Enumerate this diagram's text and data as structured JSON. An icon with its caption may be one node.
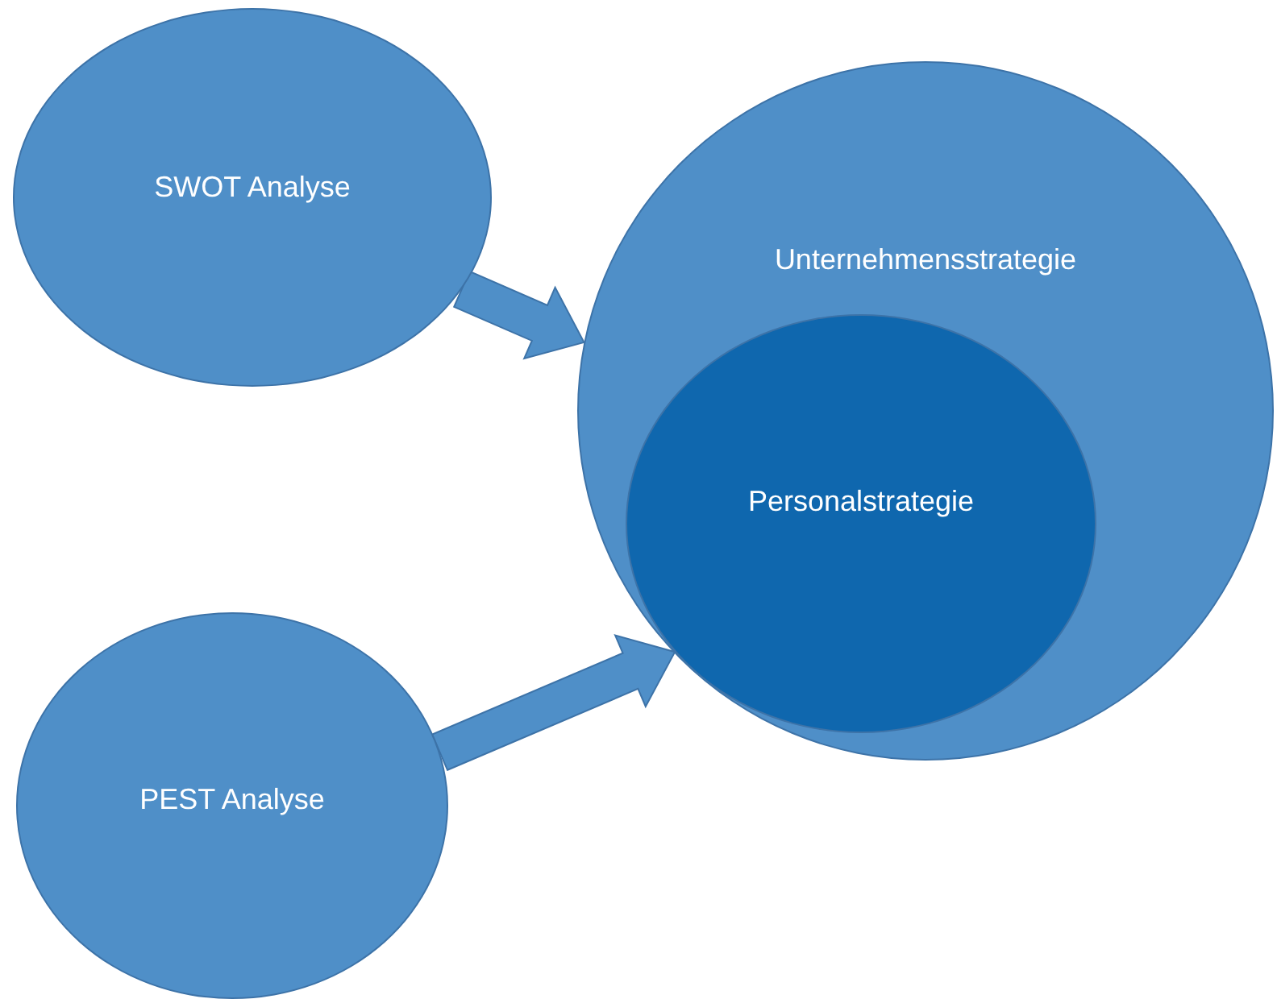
{
  "diagram": {
    "nodes": [
      {
        "text": [
          "SWOT Analyse"
        ]
      },
      {
        "text": [
          "PEST Analyse"
        ]
      },
      {
        "text": [
          "Unternehmensstrategie"
        ]
      },
      {
        "text": [
          "Personalstrategie"
        ],
        "in": 2
      }
    ],
    "edges": [
      {
        "from": 0,
        "to": 2,
        "arrow": "to",
        "style": "thick"
      },
      {
        "from": 1,
        "to": 3,
        "arrow": "to",
        "style": "thick"
      }
    ]
  }
}
